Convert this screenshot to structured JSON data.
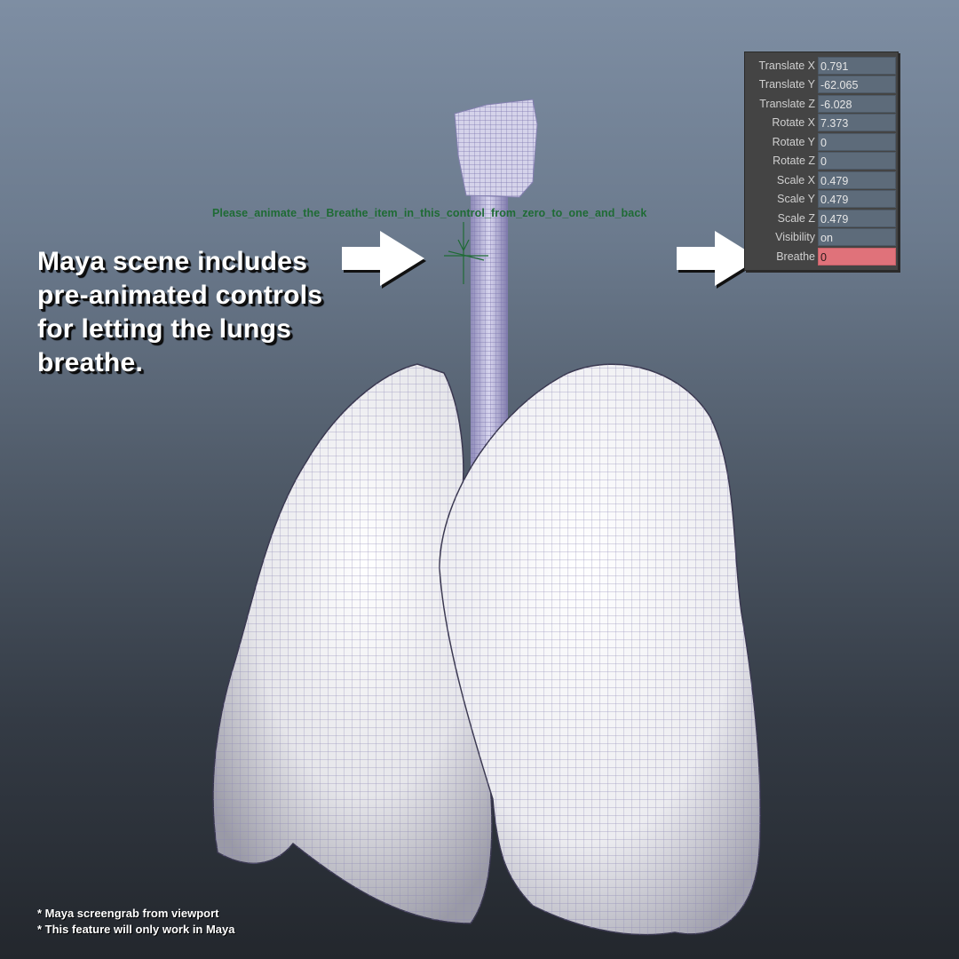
{
  "caption": {
    "lines": [
      "Maya scene includes",
      "pre-animated controls",
      "for letting the lungs",
      "breathe."
    ]
  },
  "annotation": {
    "text": "Please_animate_the_Breathe_item_in_this_control_from_zero_to_one_and_back",
    "color": "#1f6b35"
  },
  "channel_box": {
    "rows": [
      {
        "label": "Translate X",
        "value": "0.791"
      },
      {
        "label": "Translate Y",
        "value": "-62.065"
      },
      {
        "label": "Translate Z",
        "value": "-6.028"
      },
      {
        "label": "Rotate X",
        "value": "7.373"
      },
      {
        "label": "Rotate Y",
        "value": "0"
      },
      {
        "label": "Rotate Z",
        "value": "0"
      },
      {
        "label": "Scale X",
        "value": "0.479"
      },
      {
        "label": "Scale Y",
        "value": "0.479"
      },
      {
        "label": "Scale Z",
        "value": "0.479"
      },
      {
        "label": "Visibility",
        "value": "on"
      },
      {
        "label": "Breathe",
        "value": "0",
        "keyed": true
      }
    ],
    "keyed_color": "#e0727a"
  },
  "footnotes": {
    "lines": [
      "* Maya screengrab from viewport",
      "* This feature will only work in Maya"
    ]
  },
  "icons": {
    "arrow_left": "right-arrow-icon",
    "arrow_right": "right-arrow-icon",
    "locator": "locator-cross-icon"
  }
}
